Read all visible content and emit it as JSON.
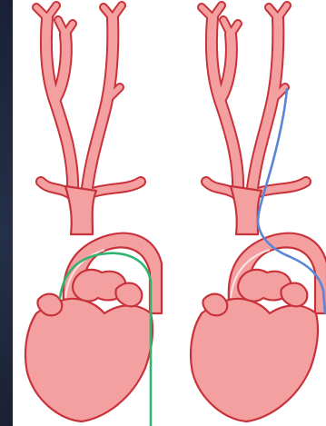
{
  "colors": {
    "background": "#1c2235",
    "panel": "#ffffff",
    "tissue_fill": "#f5a0a0",
    "tissue_outline": "#c8323a",
    "catheter_left": "#2fb56f",
    "catheter_right": "#5a86d6"
  },
  "figures": [
    {
      "name": "left-illustration",
      "catheter_color": "catheter_left"
    },
    {
      "name": "right-illustration",
      "catheter_color": "catheter_right"
    }
  ]
}
